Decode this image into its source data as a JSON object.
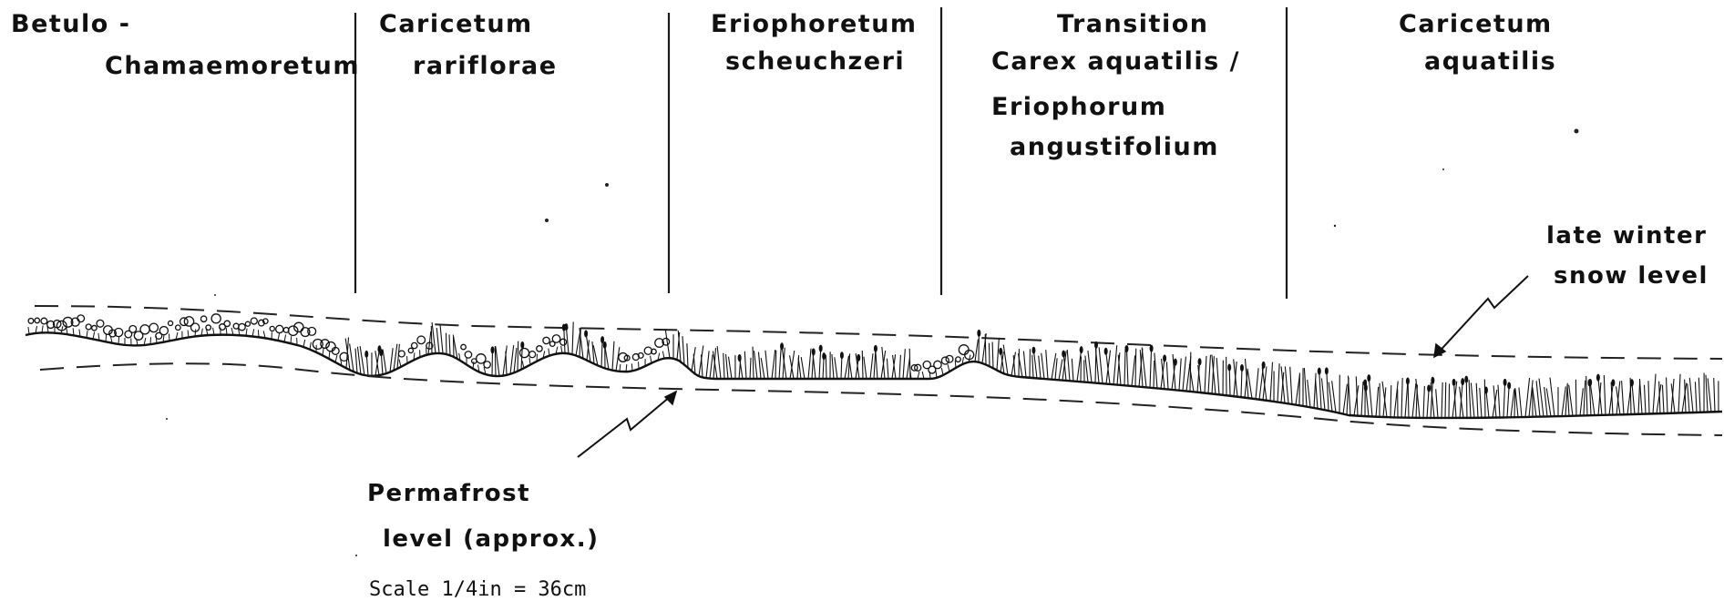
{
  "zones": [
    {
      "lines": [
        "Betulo -",
        "Chamaemoretum"
      ]
    },
    {
      "lines": [
        "Caricetum",
        "rariflorae"
      ]
    },
    {
      "lines": [
        "Eriophoretum",
        "scheuchzeri"
      ]
    },
    {
      "lines": [
        "Transition",
        "Carex aquatilis /",
        "Eriophorum",
        "angustifolium"
      ]
    },
    {
      "lines": [
        "Caricetum",
        "aquatilis"
      ]
    }
  ],
  "annotations": {
    "snow_label": [
      "late winter",
      "snow level"
    ],
    "permafrost_label": [
      "Permafrost",
      "level (approx.)"
    ]
  },
  "scale_text": "Scale 1/4in = 36cm",
  "colors": {
    "ink": "#111111",
    "paper": "#ffffff"
  }
}
